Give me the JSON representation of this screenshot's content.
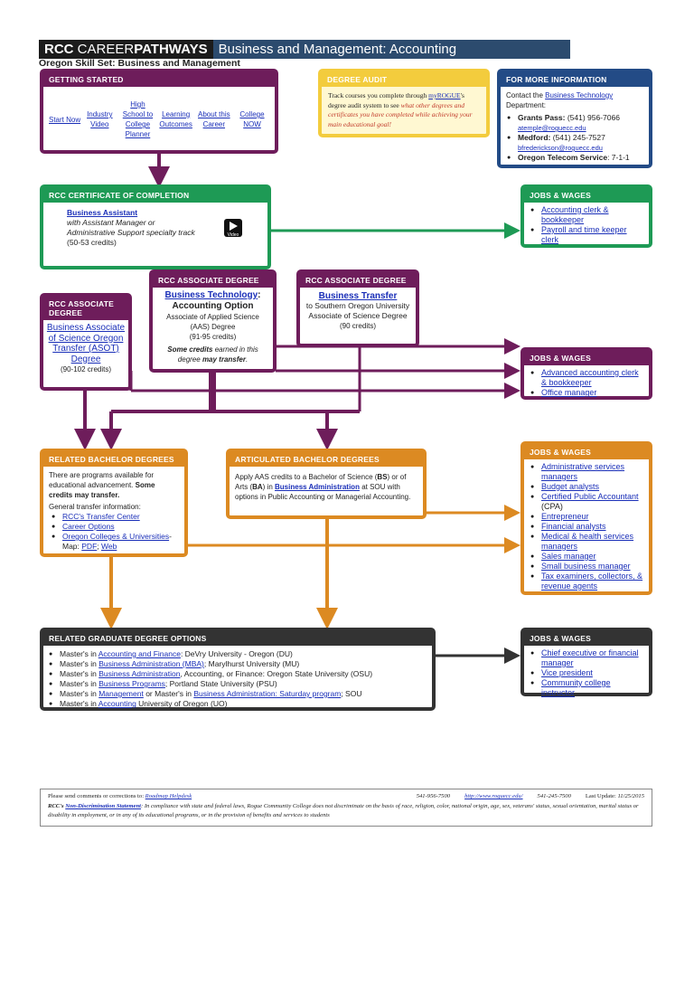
{
  "header": {
    "title_rcc": "RCC",
    "title_career": "CAREER",
    "title_pathways": "PATHWAYS",
    "title_program": "Business and Management: Accounting",
    "subtitle": "Oregon Skill Set: Business and Management"
  },
  "getting_started": {
    "heading": "GETTING STARTED",
    "links": [
      {
        "label": "Start Now"
      },
      {
        "label": "Industry Video"
      },
      {
        "label": "High School to College Planner"
      },
      {
        "label": "Learning Outcomes"
      },
      {
        "label": "About this Career"
      },
      {
        "label": "College NOW"
      }
    ]
  },
  "degree_audit": {
    "heading": "DEGREE AUDIT",
    "text_before": "Track courses you complete through ",
    "link": "myROGUE",
    "text_after": "'s degree audit system to see ",
    "italic_text": "what other degrees and certificates you have completed while achieving your main educational goal!"
  },
  "more_info": {
    "heading": "FOR MORE INFORMATION",
    "contact_prefix": "Contact the ",
    "contact_link": "Business Technology",
    "contact_suffix": " Department:",
    "grants_label": "Grants Pass:",
    "grants_phone": " (541) 956-7066",
    "grants_email": "atemple@roguecc.edu",
    "medford_label": "Medford:",
    "medford_phone": " (541) 245-7527",
    "medford_email": "bfrederickson@roguecc.edu",
    "telecom_label": "Oregon Telecom Service",
    "telecom_value": ": 7-1-1"
  },
  "certificate": {
    "heading": "RCC CERTIFICATE OF COMPLETION",
    "title": "Business Assistant",
    "desc": "with Assistant Manager or Administrative Support specialty track",
    "credits": "(50-53 credits)",
    "video_label": "Video"
  },
  "jobs1": {
    "heading": "JOBS & WAGES",
    "items": [
      "Accounting clerk & bookkeeper",
      "Payroll and time keeper clerk"
    ]
  },
  "asot": {
    "heading": "RCC ASSOCIATE DEGREE",
    "title": "Business Associate of Science Oregon Transfer (ASOT) Degree",
    "credits": "(90-102 credits)"
  },
  "aas": {
    "heading": "RCC ASSOCIATE DEGREE",
    "title_link": "Business Technology",
    "title_colon": ":",
    "option": "Accounting Option",
    "degree": "Associate of Applied Science (AAS) Degree",
    "credits": "(91-95 credits)",
    "note_bold1": "Some credits",
    "note_mid": " earned in this degree ",
    "note_bold2": "may transfer",
    "note_end": "."
  },
  "transfer": {
    "heading": "RCC ASSOCIATE DEGREE",
    "title": "Business Transfer",
    "sub1": "to Southern Oregon University",
    "degree": "Associate of Science Degree",
    "credits": "(90 credits)"
  },
  "jobs2": {
    "heading": "JOBS & WAGES",
    "items": [
      "Advanced accounting clerk & bookkeeper",
      "Office manager"
    ]
  },
  "bachelor": {
    "heading": "RELATED BACHELOR DEGREES",
    "intro": "There are programs available for educational advancement. ",
    "intro_bold": "Some credits may transfer.",
    "general": "General transfer information:",
    "items": [
      "RCC's Transfer Center",
      "Career Options"
    ],
    "item3_link": "Oregon Colleges & Universities",
    "item3_sep": "-Map: ",
    "item3_pdf": "PDF",
    "item3_semi": "; ",
    "item3_web": "Web"
  },
  "articulated": {
    "heading": "ARTICULATED BACHELOR DEGREES",
    "t1": "Apply AAS credits to a Bachelor of Science (",
    "bs": "BS",
    "t2": ") or of Arts (",
    "ba": "BA",
    "t3": ") in ",
    "link": "Business Administration",
    "t4": " at SOU with options in Public Accounting or Managerial Accounting."
  },
  "jobs3": {
    "heading": "JOBS & WAGES",
    "items": [
      {
        "text": "Administrative services managers",
        "link": true
      },
      {
        "text": "Budget analysts",
        "link": true
      },
      {
        "text": "Certified Public Accountant",
        "link": true,
        "suffix": " (CPA)"
      },
      {
        "text": "Entrepreneur",
        "link": true
      },
      {
        "text": "Financial analysts",
        "link": true
      },
      {
        "text": "Medical & health services managers",
        "link": true
      },
      {
        "text": "Sales manager",
        "link": true
      },
      {
        "text": "Small business manager",
        "link": true
      },
      {
        "text": "Tax examiners, collectors, & revenue agents",
        "link": true
      }
    ]
  },
  "graduate": {
    "heading": "RELATED GRADUATE DEGREE OPTIONS",
    "items": [
      {
        "pre": "Master's in ",
        "link": "Accounting and Finance",
        "post": ": DeVry University - Oregon (DU)"
      },
      {
        "pre": "Master's in ",
        "link": "Business Administration (MBA)",
        "post": "; Marylhurst University (MU)"
      },
      {
        "pre": "Master's in ",
        "link": "Business Administration",
        "post": ", Accounting, or Finance: Oregon State University (OSU)"
      },
      {
        "pre": "Master's in ",
        "link": "Business Programs",
        "post": "; Portland State University (PSU)"
      },
      {
        "pre": "Master's in ",
        "link": "Management",
        "post": " or Master's in ",
        "link2": "Business Administration: Saturday program",
        "post2": "; SOU"
      },
      {
        "pre": "Master's in ",
        "link": "Accounting",
        "post": " University of Oregon (UO)"
      }
    ]
  },
  "jobs4": {
    "heading": "JOBS & WAGES",
    "items": [
      "Chief executive or financial manager",
      "Vice president",
      "Community college instructor"
    ]
  },
  "footer": {
    "comments": "Please send comments or corrections to: ",
    "helpdesk": "Roadmap Helpdesk",
    "phone1": "541-956-7500",
    "website": "http://www.roguecc.edu/",
    "phone2": "541-245-7500",
    "update_label": "Last Update: ",
    "update_date": "11/25/2015",
    "rcc": "RCC's ",
    "nd_link": "Non-Discrimination Statement",
    "nd_text": ": In compliance with state and federal laws, Rogue Community College does not discriminate on the basis of race, religion, color, national origin, age, sex, veterans' status, sexual orientation, marital status or disability in employment, or in any of its educational programs, or in the provision of benefits and services to students"
  },
  "colors": {
    "purple": "#6e1d5b",
    "green": "#1e9a55",
    "orange": "#dc8a22",
    "dark": "#333333",
    "navy": "#234b86",
    "gold": "#f3cc3d",
    "title_blue": "#2c4b6e"
  }
}
